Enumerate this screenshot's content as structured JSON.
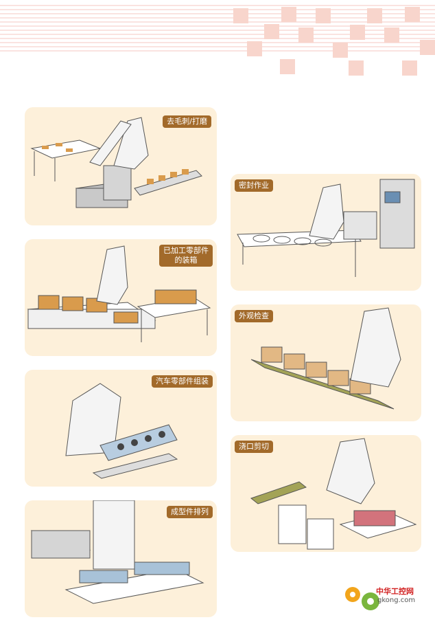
{
  "cards": [
    {
      "id": "deburr",
      "label": "去毛刺/打磨"
    },
    {
      "id": "sealing",
      "label": "密封作业"
    },
    {
      "id": "boxing",
      "label": "已加工零部件\n的装箱"
    },
    {
      "id": "inspection",
      "label": "外观检查"
    },
    {
      "id": "auto-assembly",
      "label": "汽车零部件组装"
    },
    {
      "id": "gate-cutting",
      "label": "浇口剪切"
    },
    {
      "id": "arranging",
      "label": "成型件排列"
    }
  ],
  "logo": {
    "title": "中华工控网",
    "url": "gkong.com"
  },
  "colors": {
    "card_bg": "#fdf0da",
    "label_bg": "#a26a2a"
  }
}
